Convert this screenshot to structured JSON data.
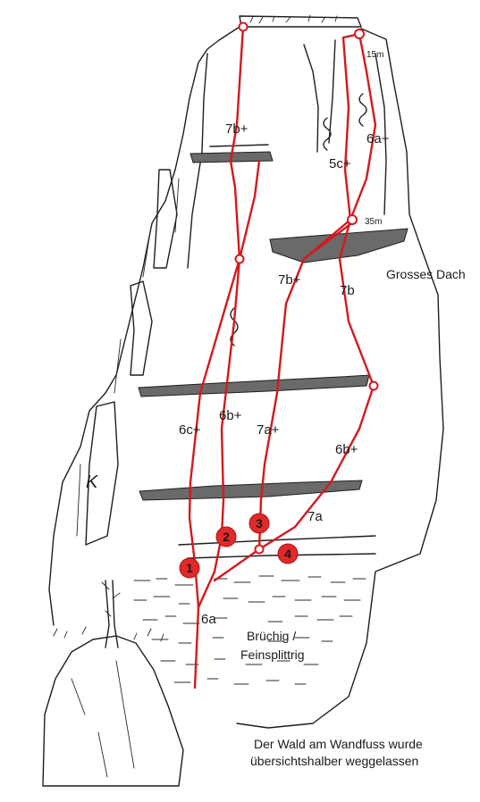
{
  "grades": {
    "g_7b_plus_top": "7b+",
    "g_6a_plus": "6a+",
    "g_5c_plus": "5c+",
    "g_7b_plus_mid": "7b+",
    "g_7b": "7b",
    "g_6c_plus": "6c+",
    "g_6b_plus_left": "6b+",
    "g_7a_plus": "7a+",
    "g_6b_plus_right": "6b+",
    "g_7a": "7a",
    "g_6a": "6a"
  },
  "anchors_text": {
    "top": "15m",
    "mid": "35m"
  },
  "labels": {
    "roof": "Grosses Dach",
    "rock_quality_1": "Brüchig /",
    "rock_quality_2": "Feinsplittrig",
    "k_mark": "K"
  },
  "routes": [
    {
      "number": "1"
    },
    {
      "number": "2"
    },
    {
      "number": "3"
    },
    {
      "number": "4"
    }
  ],
  "note": {
    "line1": "Der Wald am Wandfuss wurde",
    "line2": "übersichtshalber weggelassen"
  },
  "colors": {
    "route": "#d21a1f",
    "marker": "#e02a2a",
    "roof_hatch": "#6a6a6a",
    "ink": "#1e1e1e"
  }
}
